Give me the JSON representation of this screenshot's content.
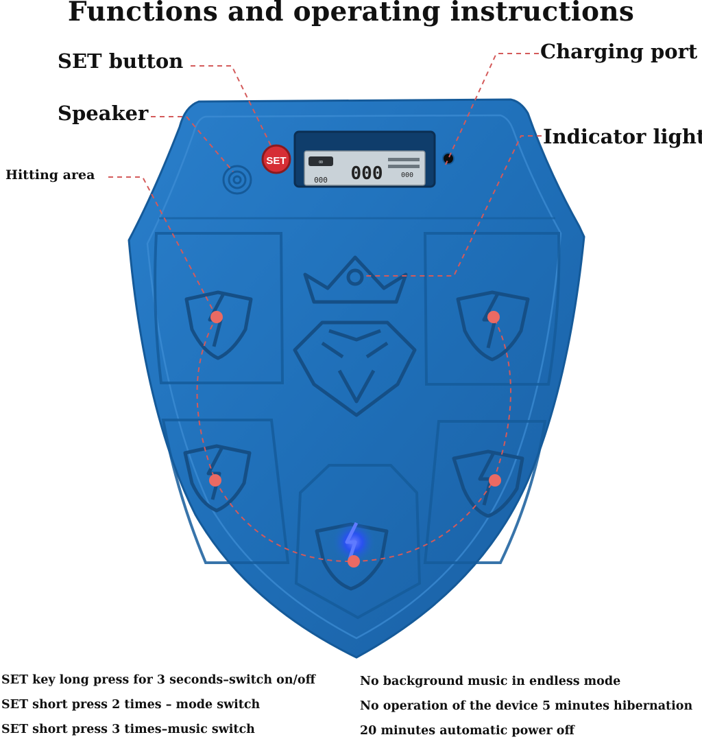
{
  "title": "Functions and operating instructions",
  "callouts": {
    "set_button": "SET button",
    "speaker": "Speaker",
    "hitting_area": "Hitting area",
    "charging_port": "Charging port",
    "indicator_light": "Indicator light"
  },
  "device": {
    "set_label": "SET",
    "display_value": "000",
    "display_small_left": "000",
    "display_small_right": "000"
  },
  "instructions_left": [
    "SET key long press for 3 seconds–switch on/off",
    "SET short press 2 times – mode switch",
    "SET short press 3 times–music switch"
  ],
  "instructions_right": [
    "No background music in endless mode",
    "No operation of the device 5 minutes hibernation",
    "20 minutes automatic power off"
  ],
  "colors": {
    "shield_blue": "#1f6fb8",
    "shield_dark": "#124f8c",
    "callout_line": "#d45a5a",
    "hit_marker": "#ea6a63",
    "set_button": "#d62e35",
    "indicator_glow": "#2b4bff"
  }
}
